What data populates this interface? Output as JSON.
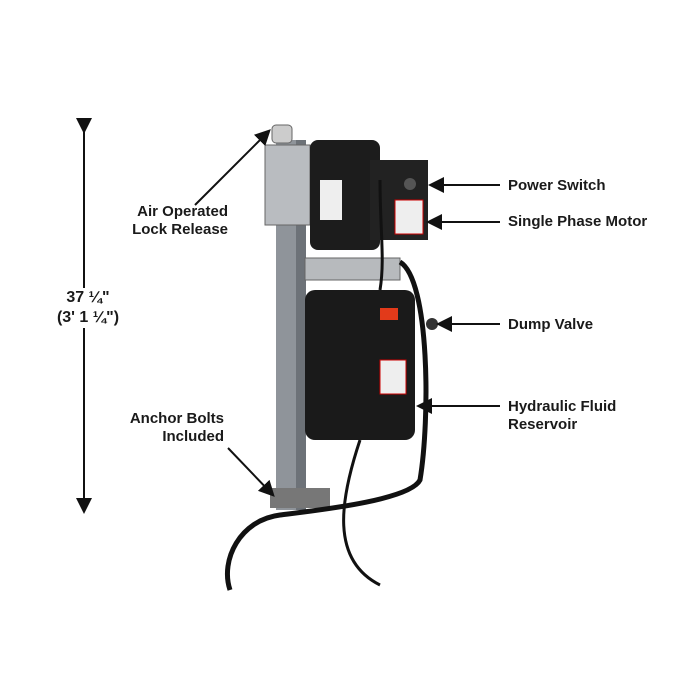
{
  "dimension": {
    "height_in": "37 ¼\"",
    "height_ft": "(3' 1 ¼\")"
  },
  "callouts": {
    "air_lock": [
      "Air Operated",
      "Lock Release"
    ],
    "power_switch": "Power Switch",
    "motor": "Single Phase Motor",
    "dump_valve": "Dump Valve",
    "reservoir": [
      "Hydraulic Fluid",
      "Reservoir"
    ],
    "anchor_bolts": [
      "Anchor Bolts",
      "Included"
    ]
  }
}
